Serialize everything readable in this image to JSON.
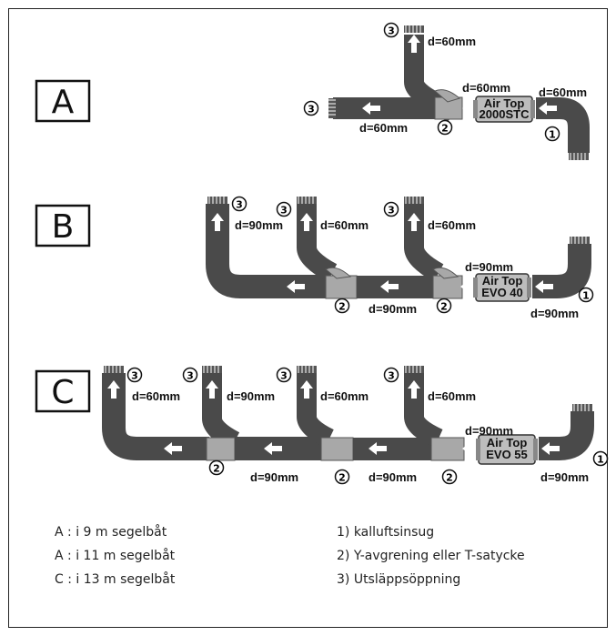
{
  "diagrams": {
    "A": {
      "letter": "A",
      "heater_line1": "Air Top",
      "heater_line2": "2000STC",
      "dims": [
        "d=60mm",
        "d=60mm",
        "d=60mm",
        "d=60mm"
      ]
    },
    "B": {
      "letter": "B",
      "heater_line1": "Air Top",
      "heater_line2": "EVO 40",
      "dims": [
        "d=90mm",
        "d=60mm",
        "d=60mm",
        "d=90mm",
        "d=90mm",
        "d=90mm"
      ]
    },
    "C": {
      "letter": "C",
      "heater_line1": "Air Top",
      "heater_line2": "EVO 55",
      "dims": [
        "d=60mm",
        "d=90mm",
        "d=60mm",
        "d=60mm",
        "d=90mm",
        "d=90mm",
        "d=90mm",
        "d=90mm"
      ]
    }
  },
  "markers": {
    "intake": "1",
    "branch": "2",
    "outlet": "3"
  },
  "legend": {
    "left": [
      "A :  i 9 m segelbåt",
      "A :  i 11 m segelbåt",
      "C :  i 13 m segelbåt"
    ],
    "right": [
      "1) kalluftsinsug",
      "2) Y-avgrening eller T-satycke",
      "3) Utsläppsöppning"
    ]
  },
  "colors": {
    "duct": "#4a4a4a",
    "fitting": "#a8a8a8",
    "heater": "#bdbdbd",
    "arrow": "#ffffff"
  }
}
